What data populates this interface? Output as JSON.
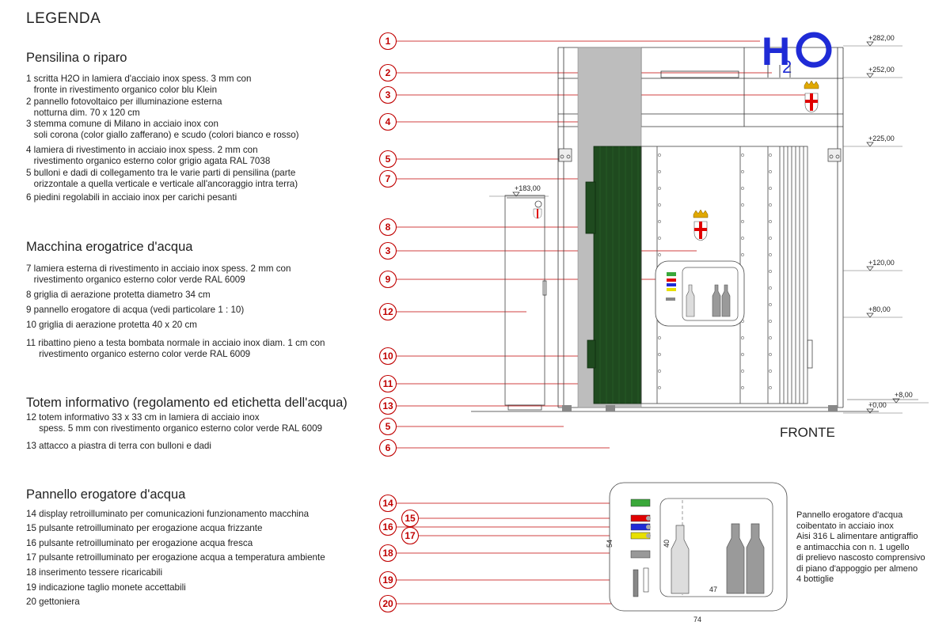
{
  "legend_title": "LEGENDA",
  "sections": [
    {
      "title": "Pensilina o riparo",
      "items": [
        "1 scritta H2O in lamiera d'acciaio inox spess. 3 mm con\n   fronte in rivestimento organico color blu Klein",
        "2 pannello fotovoltaico per illuminazione esterna\n   notturna dim. 70 x 120 cm",
        "3 stemma comune di Milano in acciaio inox con\n   soli corona (color giallo zafferano) e scudo (colori bianco e rosso)",
        "4 lamiera di rivestimento in acciaio inox spess. 2 mm con\n   rivestimento organico esterno color grigio agata RAL 7038",
        "5 bulloni e dadi di collegamento tra le varie parti di pensilina (parte\n   orizzontale a quella verticale e verticale all'ancoraggio intra terra)",
        "6 piedini regolabili in acciaio inox per carichi pesanti"
      ]
    },
    {
      "title": "Macchina erogatrice d'acqua",
      "items": [
        "7 lamiera esterna di rivestimento in acciaio inox spess. 2 mm con\n   rivestimento organico esterno color verde RAL 6009",
        "8 griglia di aerazione protetta diametro 34 cm",
        "9 pannello erogatore di acqua (vedi particolare 1 : 10)",
        "10 griglia di aerazione protetta 40 x 20 cm",
        "11 ribattino pieno a testa bombata normale in acciaio inox diam. 1 cm con\n     rivestimento organico esterno color verde RAL 6009"
      ]
    },
    {
      "title": "Totem informativo (regolamento ed etichetta dell'acqua)",
      "items": [
        "12 totem informativo 33 x 33 cm in lamiera di acciaio inox\n     spess. 5 mm con rivestimento organico esterno color verde RAL 6009",
        "13 attacco a piastra di terra con bulloni e dadi"
      ]
    },
    {
      "title": "Pannello erogatore d'acqua",
      "items": [
        "14 display retroilluminato per comunicazioni funzionamento macchina",
        "15 pulsante retroilluminato per erogazione acqua frizzante",
        "16 pulsante retroilluminato per erogazione acqua fresca",
        "17 pulsante retroilluminato per erogazione acqua a temperatura ambiente",
        "18 inserimento tessere ricaricabili",
        "19 indicazione taglio monete accettabili",
        "20 gettoniera"
      ]
    }
  ],
  "callouts_front": [
    "1",
    "2",
    "3",
    "4",
    "5",
    "7",
    "8",
    "3",
    "9",
    "12",
    "10",
    "11",
    "13",
    "5",
    "6"
  ],
  "callouts_panel": [
    "14",
    "15",
    "16",
    "17",
    "18",
    "19",
    "20"
  ],
  "elevations": [
    "+282,00",
    "+252,00",
    "+225,00",
    "+183,00",
    "+120,00",
    "+80,00",
    "+8,00",
    "+0,00"
  ],
  "h2o_letters": [
    "H",
    "2",
    "O"
  ],
  "front_label": "FRONTE",
  "panel_dims": [
    "54",
    "40",
    "47",
    "74"
  ],
  "panel_note": "Pannello erogatore d'acqua\ncoibentato in acciaio inox\nAisi 316 L alimentare antigraffio\ne antimacchia con n. 1 ugello\ndi prelievo nascosto comprensivo\ndi piano d'appoggio per almeno\n4 bottiglie",
  "colors": {
    "callout": "#c00000",
    "blue_klein": "#1f2bd6",
    "green_ral6009": "#1f4a1f",
    "grey_ral7038": "#bdbdbd"
  }
}
